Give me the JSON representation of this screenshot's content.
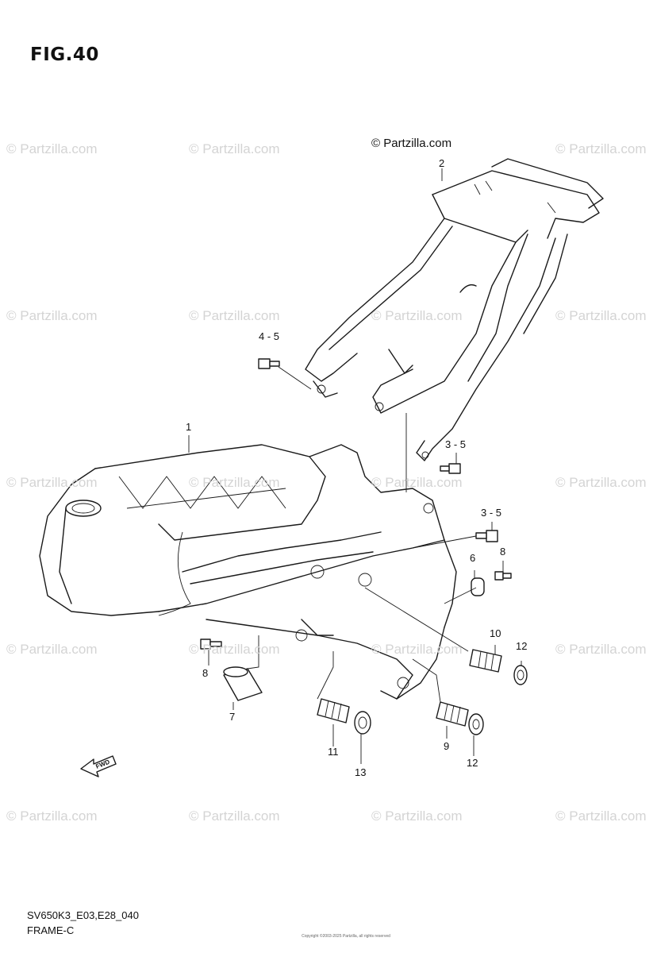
{
  "figure": {
    "title": "FIG.40"
  },
  "brand": "© Partzilla.com",
  "watermark_text": "© Partzilla.com",
  "watermark_color": "#d4d4d4",
  "callouts": {
    "c1": "1",
    "c2": "2",
    "c4_5": "4 - 5",
    "c3_5a": "3 - 5",
    "c3_5b": "3 - 5",
    "c6": "6",
    "c8a": "8",
    "c8b": "8",
    "c7": "7",
    "c10": "10",
    "c12a": "12",
    "c11": "11",
    "c9": "9",
    "c12b": "12",
    "c13": "13"
  },
  "fwd_label": "FWD",
  "footer": {
    "model_code": "SV650K3_E03,E28_040",
    "section": "FRAME-C"
  },
  "copyright": "Copyright ©2003-2025 Partzilla, all rights reserved"
}
